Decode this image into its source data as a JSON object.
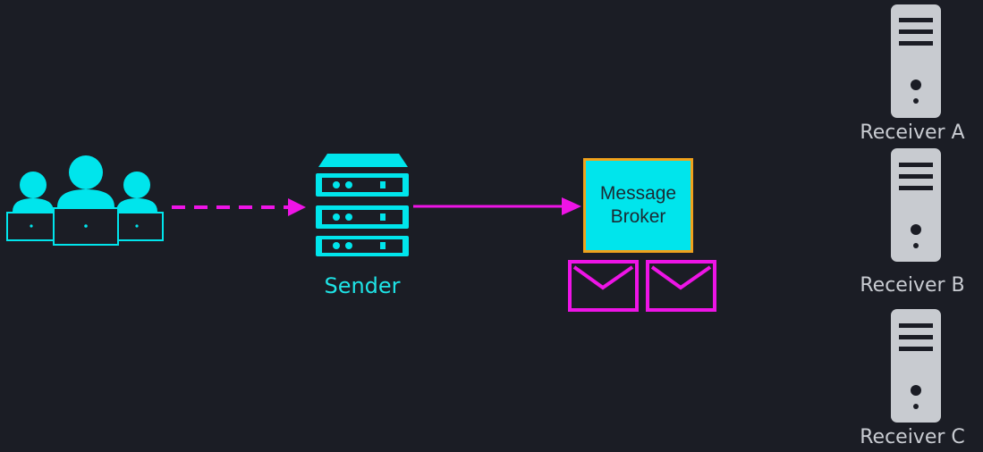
{
  "sender": {
    "label": "Sender"
  },
  "broker": {
    "line1": "Message",
    "line2": "Broker"
  },
  "receivers": [
    {
      "label": "Receiver A"
    },
    {
      "label": "Receiver B"
    },
    {
      "label": "Receiver C"
    }
  ],
  "colors": {
    "background": "#1b1d25",
    "cyan": "#00e5ec",
    "magenta": "#ee14e6",
    "orange": "#f0a21c",
    "server_gray": "#c8cbd0"
  },
  "icons": [
    "users-laptops-icon",
    "sender-server-icon",
    "envelope-icon",
    "receiver-server-icon"
  ]
}
